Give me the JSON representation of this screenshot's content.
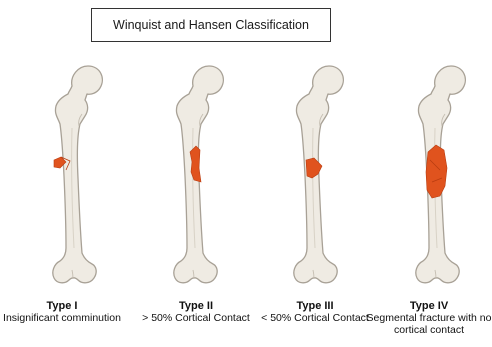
{
  "title": "Winquist and Hansen Classification",
  "colors": {
    "bone_fill": "#efebe3",
    "bone_stroke": "#a8a196",
    "fracture": "#e0531e",
    "fracture_edge": "#b93c10"
  },
  "types": [
    {
      "type": "Type I",
      "description": "Insignificant comminution"
    },
    {
      "type": "Type II",
      "description": "> 50% Cortical Contact"
    },
    {
      "type": "Type III",
      "description": "< 50% Cortical Contact"
    },
    {
      "type": "Type IV",
      "description": "Segmental fracture with no cortical contact"
    }
  ]
}
